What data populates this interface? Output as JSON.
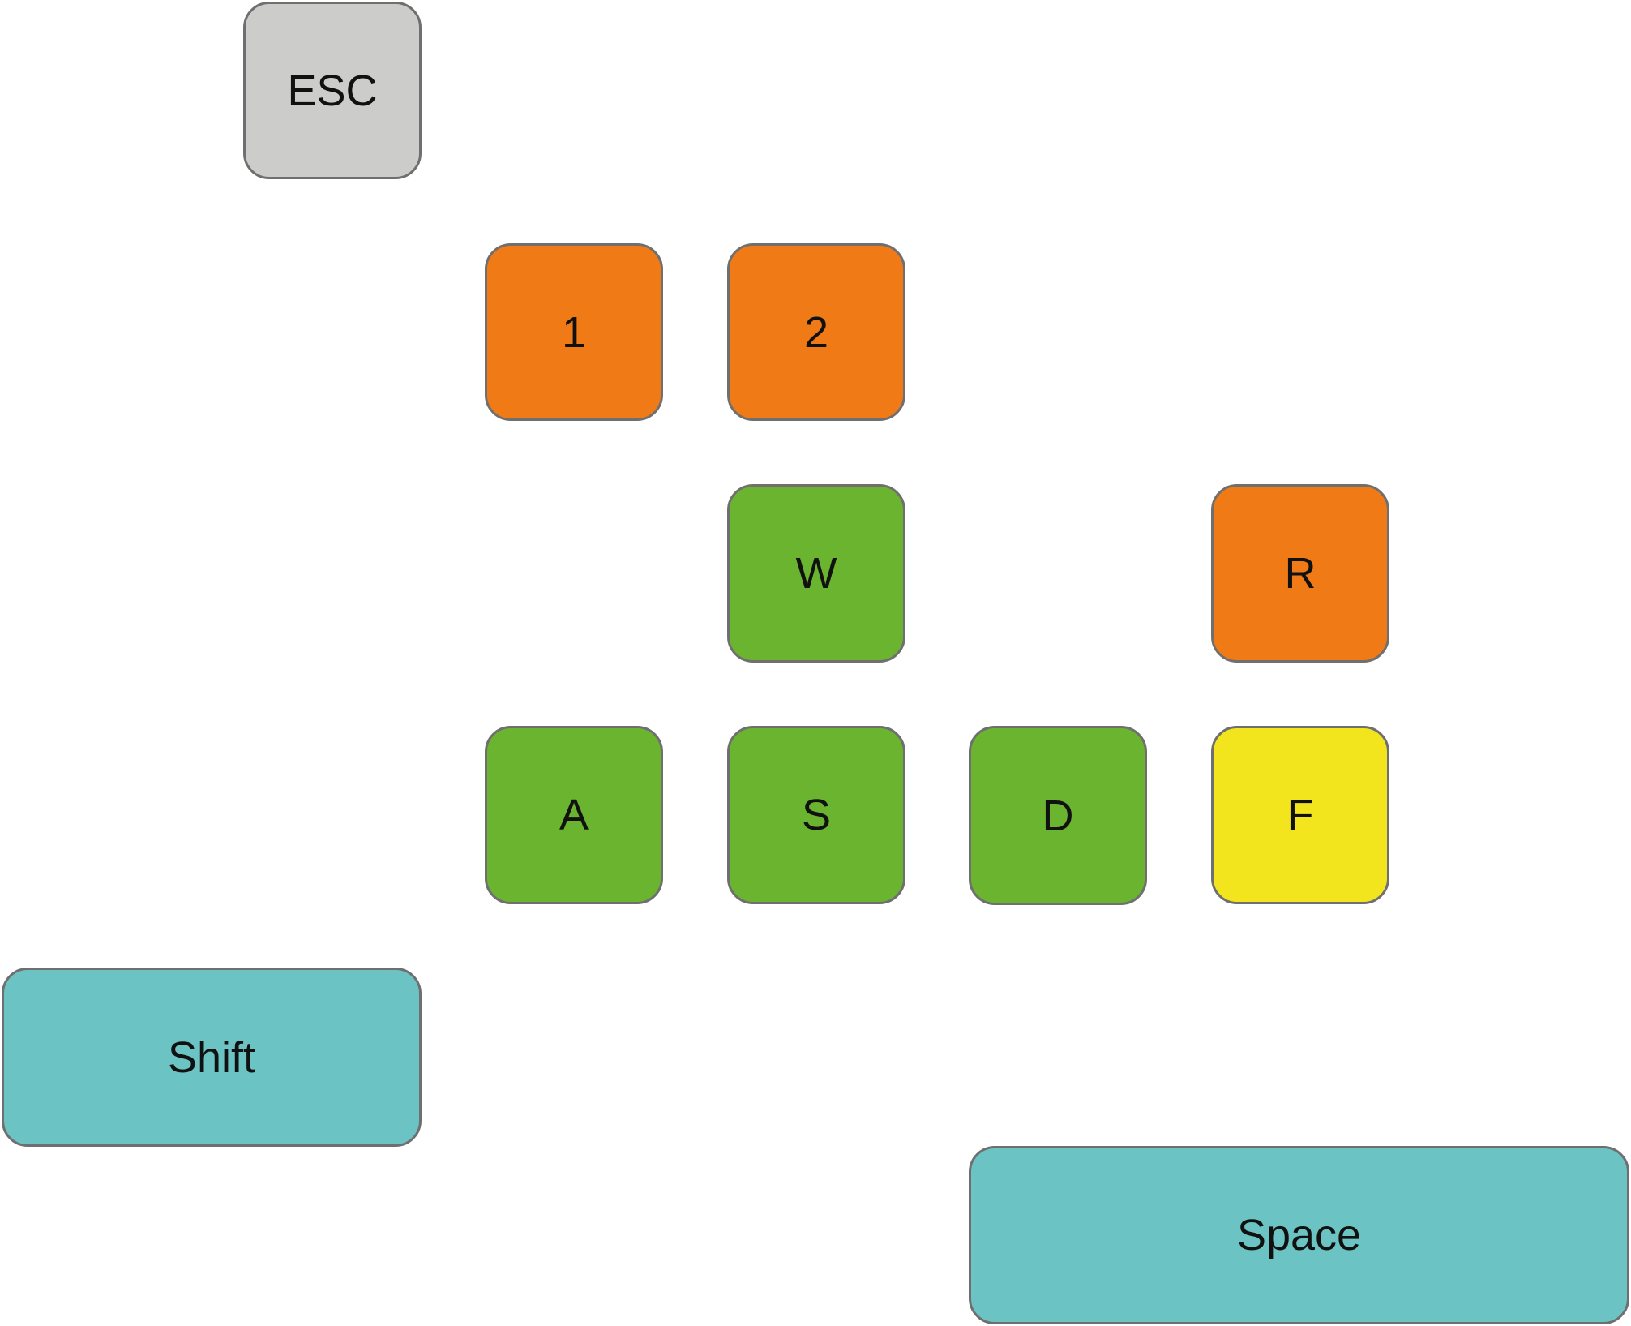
{
  "colors": {
    "gray": "#cccccb",
    "orange": "#f07b16",
    "green": "#6ab42f",
    "yellow": "#f2e51e",
    "teal": "#6bc4c3",
    "border": "#6f6f6f"
  },
  "keys": {
    "esc": {
      "label": "ESC",
      "color": "gray"
    },
    "one": {
      "label": "1",
      "color": "orange"
    },
    "two": {
      "label": "2",
      "color": "orange"
    },
    "w": {
      "label": "W",
      "color": "green"
    },
    "r": {
      "label": "R",
      "color": "orange"
    },
    "a": {
      "label": "A",
      "color": "green"
    },
    "s": {
      "label": "S",
      "color": "green"
    },
    "d": {
      "label": "D",
      "color": "green"
    },
    "f": {
      "label": "F",
      "color": "yellow"
    },
    "shift": {
      "label": "Shift",
      "color": "teal"
    },
    "space": {
      "label": "Space",
      "color": "teal"
    }
  }
}
